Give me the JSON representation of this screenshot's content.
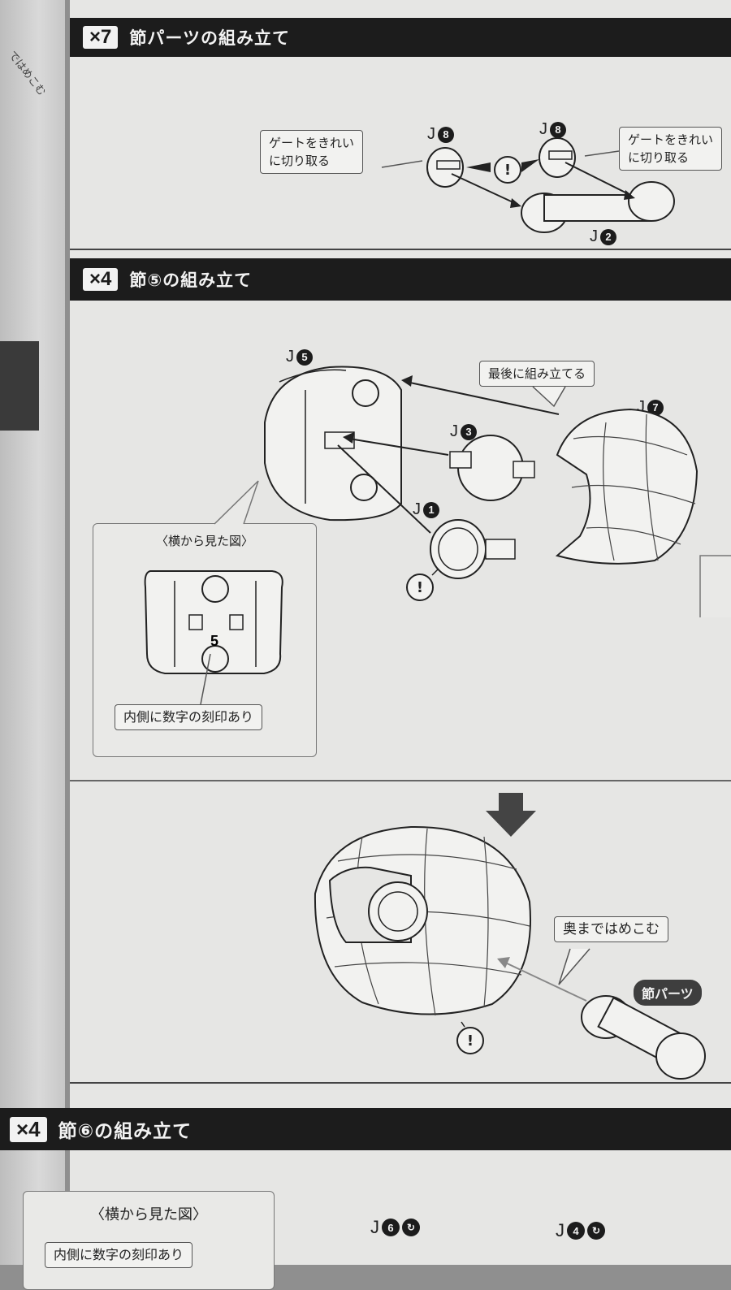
{
  "left_page": {
    "fragment": "ではめこむ"
  },
  "sections": [
    {
      "qty": "×7",
      "title": "節パーツの組み立て"
    },
    {
      "qty": "×4",
      "title": "節⑤の組み立て"
    },
    {
      "qty": "×4",
      "title": "節⑥の組み立て"
    }
  ],
  "step1": {
    "callout_left": "ゲートをきれい\nに切り取る",
    "callout_right": "ゲートをきれい\nに切り取る",
    "part_j8_left": {
      "letter": "J",
      "num": "8"
    },
    "part_j8_right": {
      "letter": "J",
      "num": "8"
    },
    "part_j2": {
      "letter": "J",
      "num": "2"
    },
    "warning": "!"
  },
  "step2": {
    "part_j5": {
      "letter": "J",
      "num": "5"
    },
    "part_j3": {
      "letter": "J",
      "num": "3"
    },
    "part_j1": {
      "letter": "J",
      "num": "1"
    },
    "part_j7": {
      "letter": "J",
      "num": "7"
    },
    "callout_last": "最後に組み立てる",
    "side_view_title": "〈横から見た図〉",
    "side_view_number": "5",
    "callout_stamp": "内側に数字の刻印あり",
    "warning": "!",
    "callout_push": "奥まではめこむ",
    "badge_joint": "節パーツ",
    "warning2": "!"
  },
  "step3": {
    "side_view_title": "〈横から見た図〉",
    "callout_stamp_partial": "内側に数字の刻印あり",
    "part_j6": {
      "letter": "J",
      "num": "6"
    },
    "part_j4": {
      "letter": "J",
      "num": "4"
    }
  }
}
